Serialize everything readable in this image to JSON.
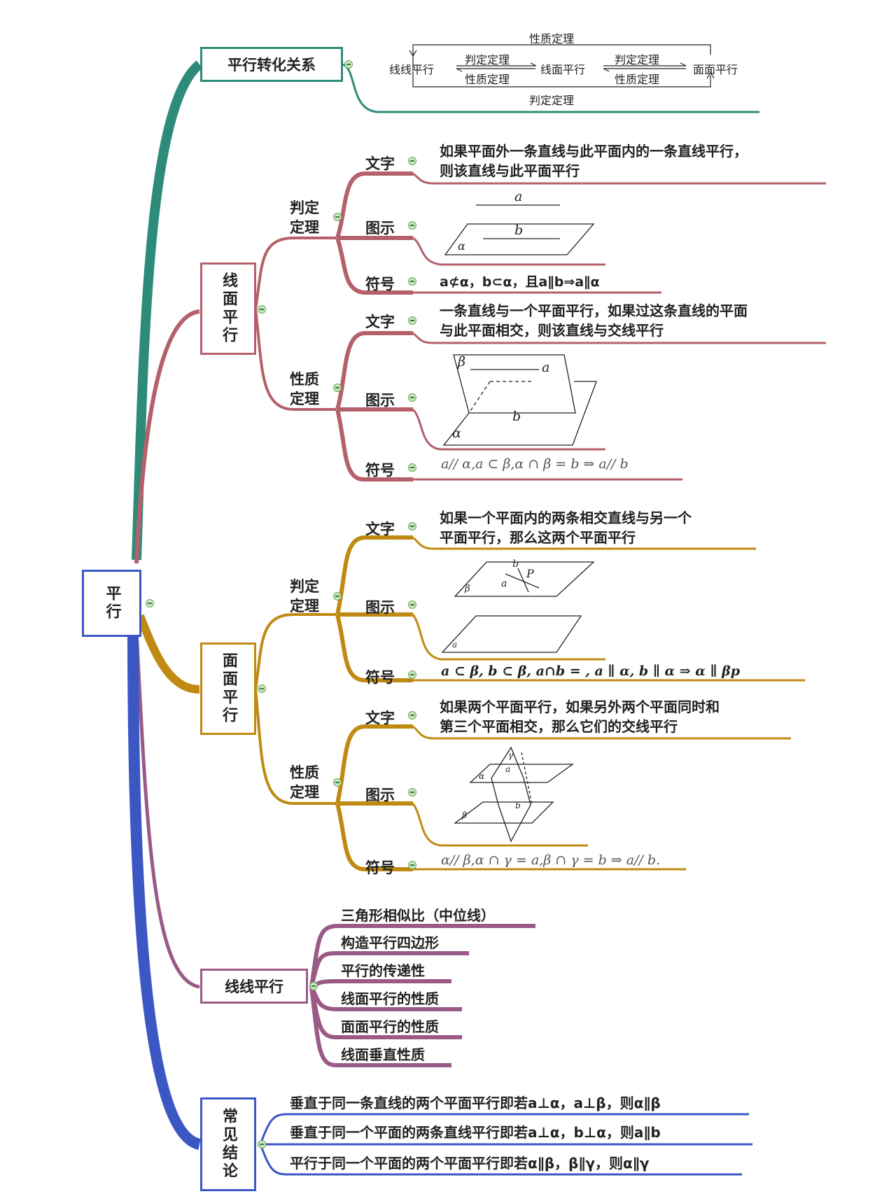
{
  "root": {
    "label": "平行"
  },
  "relation": {
    "title": "平行转化关系",
    "line_line": "线线平行",
    "line_plane": "线面平行",
    "plane_plane": "面面平行",
    "judge": "判定定理",
    "prop": "性质定理",
    "top_label": "性质定理",
    "bottom_label": "判定定理"
  },
  "line_plane": {
    "title": "线面平行",
    "judge": {
      "label": "判定定理",
      "text_label": "文字",
      "text_line1": "如果平面外一条直线与此平面内的一条直线平行，",
      "text_line2": "则该直线与此平面平行",
      "figure_label": "图示",
      "fig_a": "a",
      "fig_b": "b",
      "fig_alpha": "α",
      "symbol_label": "符号",
      "symbol": "a⊄α，b⊂α，且a∥b⇒a∥α"
    },
    "prop": {
      "label": "性质定理",
      "text_label": "文字",
      "text_line1": "一条直线与一个平面平行，如果过这条直线的平面",
      "text_line2": "与此平面相交，则该直线与交线平行",
      "figure_label": "图示",
      "fig_beta": "β",
      "fig_a": "a",
      "fig_b": "b",
      "fig_alpha": "α",
      "symbol_label": "符号",
      "symbol": "a// α,a ⊂ β,α ∩ β = b ⇒ a// b"
    }
  },
  "plane_plane": {
    "title": "面面平行",
    "judge": {
      "label": "判定定理",
      "text_label": "文字",
      "text_line1": "如果一个平面内的两条相交直线与另一个",
      "text_line2": "平面平行，那么这两个平面平行",
      "figure_label": "图示",
      "fig_b": "b",
      "fig_p": "P",
      "fig_a": "a",
      "fig_beta": "β",
      "fig_alpha": "a",
      "symbol_label": "符号",
      "symbol": "a ⊂ β, b ⊂ β, a∩b = , a ∥ α, b ∥ α ⇒ α ∥ βp"
    },
    "prop": {
      "label": "性质定理",
      "text_label": "文字",
      "text_line1": "如果两个平面平行，如果另外两个平面同时和",
      "text_line2": "第三个平面相交，那么它们的交线平行",
      "figure_label": "图示",
      "fig_gamma": "γ",
      "fig_alpha": "α",
      "fig_a": "a",
      "fig_b": "b",
      "fig_beta": "β",
      "symbol_label": "符号",
      "symbol": "α// β,α ∩ γ = a,β ∩ γ = b ⇒ a// b."
    }
  },
  "line_line": {
    "title": "线线平行",
    "items": [
      "三角形相似比（中位线）",
      "构造平行四边形",
      "平行的传递性",
      "线面平行的性质",
      "面面平行的性质",
      "线面垂直性质"
    ]
  },
  "conclusions": {
    "title": "常见结论",
    "items": [
      "垂直于同一条直线的两个平面平行即若a⊥α，a⊥β，则α∥β",
      "垂直于同一个平面的两条直线平行即若a⊥α，b⊥α，则a∥b",
      "平行于同一个平面的两个平面平行即若α∥β，β∥γ，则α∥γ"
    ]
  },
  "colors": {
    "teal": "#2e8b7a",
    "rose": "#b5606b",
    "gold": "#c08a12",
    "purple": "#9a5a86",
    "blue": "#3b57c4",
    "root_border": "#3b57c4"
  }
}
